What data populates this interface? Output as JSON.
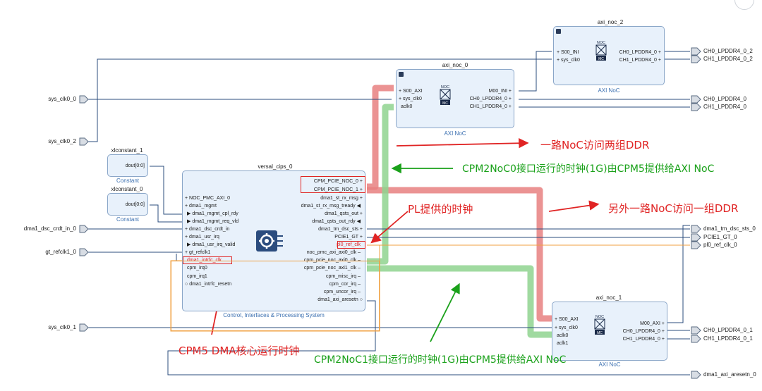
{
  "blocks": {
    "axi_noc_2": {
      "title": "axi_noc_2",
      "subtitle": "AXI NoC",
      "in_pins": [
        "S00_INI",
        "sys_clk0"
      ],
      "out_pins": [
        "CH0_LPDDR4_0",
        "CH1_LPDDR4_0"
      ]
    },
    "axi_noc_0": {
      "title": "axi_noc_0",
      "subtitle": "AXI NoC",
      "in_pins": [
        "S00_AXI",
        "sys_clk0",
        "aclk0"
      ],
      "out_pins": [
        "M00_INI",
        "CH0_LPDDR4_0",
        "CH1_LPDDR4_0"
      ]
    },
    "axi_noc_1": {
      "title": "axi_noc_1",
      "subtitle": "AXI NoC",
      "in_pins": [
        "S00_AXI",
        "sys_clk0",
        "aclk0",
        "aclk1"
      ],
      "out_pins": [
        "M00_AXI",
        "CH0_LPDDR4_0",
        "CH1_LPDDR4_0"
      ]
    },
    "xlconstant_1": {
      "title": "xlconstant_1",
      "subtitle": "Constant",
      "out_pin": "dout[0:0]"
    },
    "xlconstant_0": {
      "title": "xlconstant_0",
      "subtitle": "Constant",
      "out_pin": "dout[0:0]"
    },
    "versal_cips_0": {
      "title": "versal_cips_0",
      "subtitle": "Control, Interfaces & Processing System",
      "left_pins": [
        "NOC_PMC_AXI_0",
        "dma1_mgmt",
        "dma1_mgmt_cpl_rdy",
        "dma1_mgmt_req_vld",
        "dma1_dsc_crdt_in",
        "dma1_usr_irq",
        "dma1_usr_irq_valid",
        "gt_refclk1",
        "dma1_intrfc_clk",
        "cpm_irq0",
        "cpm_irq1",
        "dma1_intrfc_resetn"
      ],
      "right_pins": [
        "CPM_PCIE_NOC_0",
        "CPM_PCIE_NOC_1",
        "dma1_st_rx_msg",
        "dma1_st_rx_msg_tready",
        "dma1_qsts_out",
        "dma1_qsts_out_rdy",
        "dma1_tm_dsc_sts",
        "PCIE1_GT",
        "pl0_ref_clk",
        "noc_pmc_axi_axi0_clk",
        "cpm_pcie_noc_axi0_clk",
        "cpm_pcie_noc_axi1_clk",
        "cpm_misc_irq",
        "cpm_cor_irq",
        "cpm_uncor_irq",
        "dma1_axi_aresetn"
      ]
    }
  },
  "ports_left": [
    "sys_clk0_0",
    "sys_clk0_2",
    "dma1_dsc_crdt_in_0",
    "gt_refclk1_0",
    "sys_clk0_1"
  ],
  "ports_right": [
    "CH0_LPDDR4_0_2",
    "CH1_LPDDR4_0_2",
    "CH0_LPDDR4_0",
    "CH1_LPDDR4_0",
    "dma1_tm_dsc_sts_0",
    "PCIE1_GT_0",
    "pl0_ref_clk_0",
    "CH0_LPDDR4_0_1",
    "CH1_LPDDR4_0_1",
    "dma1_axi_aresetn_0"
  ],
  "noc_icon": {
    "top": "NOC",
    "bottom": "MC"
  },
  "annotations": {
    "noc_two_ddr": "一路NoC访问两组DDR",
    "noc0_clock": "CPM2NoC0接口运行的时钟(1G)由CPM5提供给AXI NoC",
    "pl_clock": "PL提供的时钟",
    "noc_one_ddr": "另外一路NoC访问一组DDR",
    "dma_clock": "CPM5 DMA核心运行时钟",
    "noc1_clock": "CPM2NoC1接口运行的时钟(1G)由CPM5提供给AXI NoC"
  },
  "colors": {
    "highlight_red": "#e02424",
    "highlight_green": "#1aa11a",
    "block_fill": "#e8f1fb",
    "wire": "#2b4c7e",
    "orange_wire": "#f0a040"
  }
}
